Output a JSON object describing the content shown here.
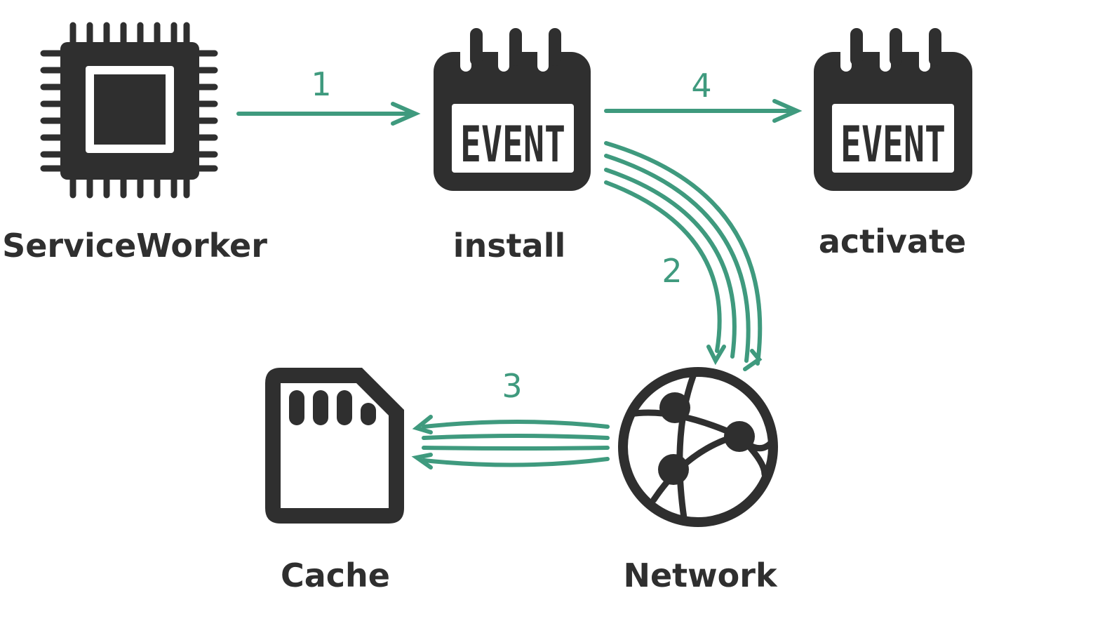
{
  "colors": {
    "ink": "#2f2f2f",
    "accent": "#3f9a7e",
    "background": "#ffffff"
  },
  "nodes": {
    "serviceworker": {
      "label": "ServiceWorker",
      "icon": "cpu-chip-icon"
    },
    "install": {
      "label": "install",
      "icon": "calendar-event-icon",
      "badge": "EVENT"
    },
    "activate": {
      "label": "activate",
      "icon": "calendar-event-icon",
      "badge": "EVENT"
    },
    "cache": {
      "label": "Cache",
      "icon": "sd-card-icon"
    },
    "network": {
      "label": "Network",
      "icon": "network-globe-icon"
    }
  },
  "steps": [
    {
      "label": "1",
      "from": "ServiceWorker",
      "to": "install"
    },
    {
      "label": "2",
      "from": "install",
      "to": "Network"
    },
    {
      "label": "3",
      "from": "Network",
      "to": "Cache"
    },
    {
      "label": "4",
      "from": "install",
      "to": "activate"
    }
  ]
}
